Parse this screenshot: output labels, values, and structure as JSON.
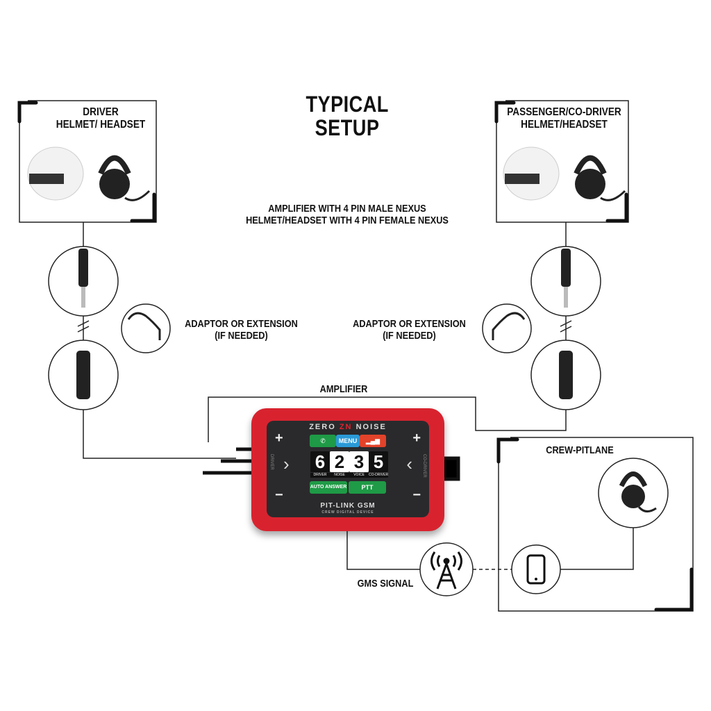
{
  "title": {
    "line1": "TYPICAL",
    "line2": "SETUP"
  },
  "driver": {
    "line1": "DRIVER",
    "line2": "HELMET/ HEADSET"
  },
  "passenger": {
    "line1": "PASSENGER/CO-DRIVER",
    "line2": "HELMET/HEADSET"
  },
  "nexus_note": {
    "line1": "AMPLIFIER WITH 4 PIN MALE NEXUS",
    "line2": "HELMET/HEADSET WITH 4 PIN FEMALE NEXUS"
  },
  "adaptor_left": {
    "line1": "ADAPTOR OR EXTENSION",
    "line2": "(IF NEEDED)"
  },
  "adaptor_right": {
    "line1": "ADAPTOR OR EXTENSION",
    "line2": "(IF NEEDED)"
  },
  "amplifier_label": "AMPLIFIER",
  "crew_label": "CREW-PITLANE",
  "signal_label": "GMS SIGNAL",
  "device": {
    "brand_left": "ZERO",
    "brand_mid": "ZN",
    "brand_right": "NOISE",
    "menu": "MENU",
    "digits": [
      {
        "value": "6",
        "label": "DRIVER"
      },
      {
        "value": "2",
        "label": "NOISE"
      },
      {
        "value": "3",
        "label": "VOICE"
      },
      {
        "value": "5",
        "label": "CO-DRIVER"
      }
    ],
    "auto_answer": "AUTO ANSWER",
    "ptt": "PTT",
    "model": "PIT-LINK GSM",
    "model_sub": "CREW DIGITAL DEVICE",
    "side_left": "DRIVER",
    "side_right": "CO-DRIVER",
    "plus": "+",
    "minus": "−"
  },
  "colors": {
    "red": "#d8232f",
    "green": "#1f9a46",
    "blue": "#2a9ad6",
    "orange": "#e2432a"
  }
}
